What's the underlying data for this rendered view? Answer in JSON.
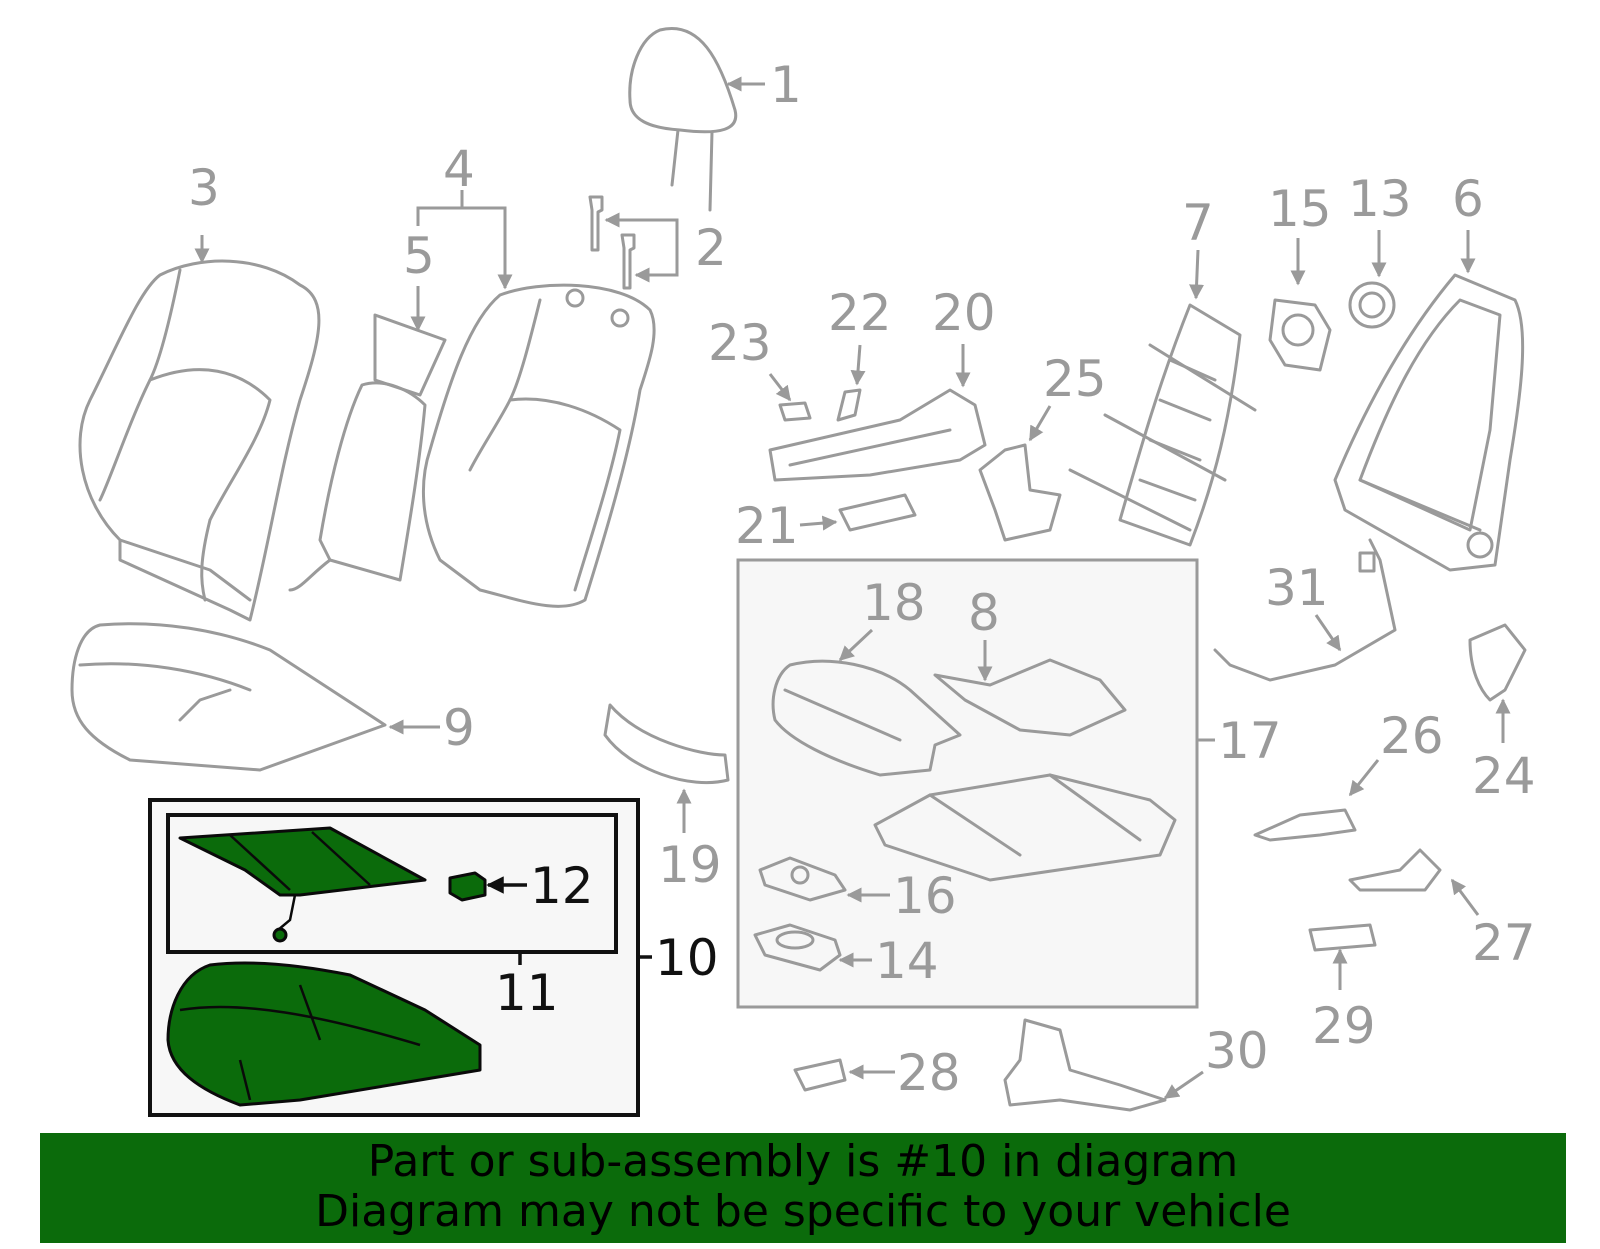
{
  "callouts": {
    "c1": "1",
    "c2": "2",
    "c3": "3",
    "c4": "4",
    "c5": "5",
    "c6": "6",
    "c7": "7",
    "c8": "8",
    "c9": "9",
    "c10": "10",
    "c11": "11",
    "c12": "12",
    "c13": "13",
    "c14": "14",
    "c15": "15",
    "c16": "16",
    "c17": "17",
    "c18": "18",
    "c19": "19",
    "c20": "20",
    "c21": "21",
    "c22": "22",
    "c23": "23",
    "c24": "24",
    "c25": "25",
    "c26": "26",
    "c27": "27",
    "c28": "28",
    "c29": "29",
    "c30": "30",
    "c31": "31"
  },
  "highlighted_part": "10",
  "colors": {
    "highlight": "#0b6b0b",
    "line": "#9a9a9a",
    "box_fill": "#f7f7f7"
  },
  "banner": {
    "line1": "Part or sub-assembly is #10 in diagram",
    "line2": "Diagram may not be specific to your vehicle"
  }
}
